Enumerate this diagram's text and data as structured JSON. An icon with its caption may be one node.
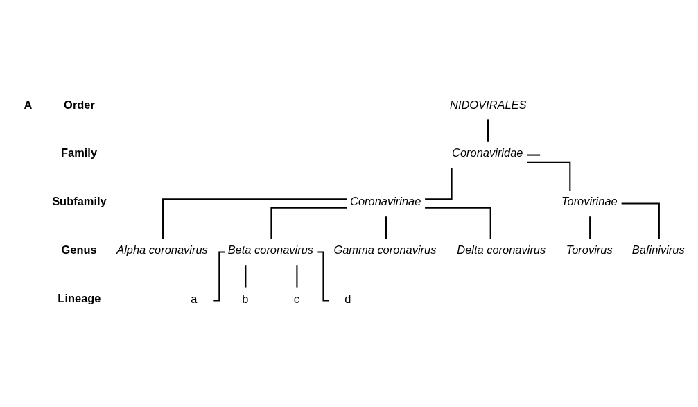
{
  "diagram": {
    "nodes": [
      {
        "text": [
          "NIDOVIRALES"
        ]
      },
      {
        "text": [
          "Coronaviridae"
        ]
      },
      {
        "text": [
          "Coronavirinae"
        ]
      },
      {
        "text": [
          "Torovirinae"
        ]
      },
      {
        "text": [
          "Alpha coronavirus"
        ]
      },
      {
        "text": [
          "Beta coronavirus"
        ]
      },
      {
        "text": [
          "Gamma coronavirus"
        ]
      },
      {
        "text": [
          "Delta coronavirus"
        ]
      },
      {
        "text": [
          "Torovirus"
        ]
      },
      {
        "text": [
          "Bafinivirus"
        ]
      },
      {
        "text": [
          "a"
        ]
      },
      {
        "text": [
          "b"
        ]
      },
      {
        "text": [
          "c"
        ]
      },
      {
        "text": [
          "d"
        ]
      }
    ],
    "edges": [
      {
        "from": 0,
        "to": 1,
        "arrow": "none"
      },
      {
        "from": 1,
        "to": null,
        "arrow": "none"
      },
      {
        "from": 1,
        "to": 2,
        "arrow": "none"
      },
      {
        "from": 1,
        "to": 3,
        "arrow": "none"
      },
      {
        "from": 2,
        "to": 4,
        "arrow": "none"
      },
      {
        "from": 2,
        "to": 5,
        "arrow": "none"
      },
      {
        "from": 2,
        "to": 6,
        "arrow": "none"
      },
      {
        "from": 2,
        "to": 7,
        "arrow": "none"
      },
      {
        "from": 3,
        "to": 8,
        "arrow": "none"
      },
      {
        "from": 3,
        "to": 9,
        "arrow": "none"
      },
      {
        "from": 5,
        "to": 10,
        "arrow": "none"
      },
      {
        "from": 5,
        "to": 11,
        "arrow": "none"
      },
      {
        "from": 5,
        "to": 12,
        "arrow": "none"
      },
      {
        "from": 5,
        "to": 13,
        "arrow": "none"
      }
    ],
    "labels": [
      "A",
      "Order",
      "Family",
      "Subfamily",
      "Genus",
      "Lineage"
    ]
  }
}
